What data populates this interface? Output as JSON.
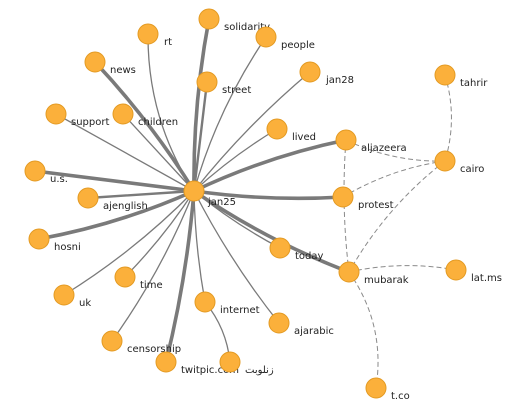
{
  "graph": {
    "colors": {
      "node": "#fbb03b",
      "edge": "#7a7a7a"
    },
    "nodes": [
      {
        "id": "jan25",
        "label": "jan25"
      },
      {
        "id": "rt",
        "label": "rt"
      },
      {
        "id": "solidarity",
        "label": "solidarity"
      },
      {
        "id": "people",
        "label": "people"
      },
      {
        "id": "news",
        "label": "news"
      },
      {
        "id": "street",
        "label": "street"
      },
      {
        "id": "jan28",
        "label": "jan28"
      },
      {
        "id": "support",
        "label": "support"
      },
      {
        "id": "children",
        "label": "children"
      },
      {
        "id": "lived",
        "label": "lived"
      },
      {
        "id": "aljazeera",
        "label": "aljazeera"
      },
      {
        "id": "us",
        "label": "u.s."
      },
      {
        "id": "ajenglish",
        "label": "ajenglish"
      },
      {
        "id": "protest",
        "label": "protest"
      },
      {
        "id": "hosni",
        "label": "hosni"
      },
      {
        "id": "today",
        "label": "today"
      },
      {
        "id": "mubarak",
        "label": "mubarak"
      },
      {
        "id": "time",
        "label": "time"
      },
      {
        "id": "uk",
        "label": "uk"
      },
      {
        "id": "internet",
        "label": "internet"
      },
      {
        "id": "ajarabic",
        "label": "ajarabic"
      },
      {
        "id": "censorship",
        "label": "censorship"
      },
      {
        "id": "twitpic",
        "label": "twitpic.com"
      },
      {
        "id": "arabic",
        "label": "زنلوبت"
      },
      {
        "id": "tahrir",
        "label": "tahrir"
      },
      {
        "id": "cairo",
        "label": "cairo"
      },
      {
        "id": "latms",
        "label": "lat.ms"
      },
      {
        "id": "tco",
        "label": "t.co"
      }
    ],
    "edges": [
      {
        "source": "jan25",
        "target": "rt",
        "weight": 1,
        "style": "solid"
      },
      {
        "source": "jan25",
        "target": "solidarity",
        "weight": 3,
        "style": "solid"
      },
      {
        "source": "jan25",
        "target": "people",
        "weight": 1,
        "style": "solid"
      },
      {
        "source": "jan25",
        "target": "news",
        "weight": 3,
        "style": "solid"
      },
      {
        "source": "jan25",
        "target": "street",
        "weight": 2,
        "style": "solid"
      },
      {
        "source": "jan25",
        "target": "jan28",
        "weight": 1,
        "style": "solid"
      },
      {
        "source": "jan25",
        "target": "support",
        "weight": 1,
        "style": "solid"
      },
      {
        "source": "jan25",
        "target": "children",
        "weight": 1,
        "style": "solid"
      },
      {
        "source": "jan25",
        "target": "lived",
        "weight": 1,
        "style": "solid"
      },
      {
        "source": "jan25",
        "target": "aljazeera",
        "weight": 3,
        "style": "solid"
      },
      {
        "source": "jan25",
        "target": "us",
        "weight": 3,
        "style": "solid"
      },
      {
        "source": "jan25",
        "target": "ajenglish",
        "weight": 2,
        "style": "solid"
      },
      {
        "source": "jan25",
        "target": "protest",
        "weight": 3,
        "style": "solid"
      },
      {
        "source": "jan25",
        "target": "hosni",
        "weight": 3,
        "style": "solid"
      },
      {
        "source": "jan25",
        "target": "today",
        "weight": 1,
        "style": "solid"
      },
      {
        "source": "jan25",
        "target": "mubarak",
        "weight": 3,
        "style": "solid"
      },
      {
        "source": "jan25",
        "target": "time",
        "weight": 1,
        "style": "solid"
      },
      {
        "source": "jan25",
        "target": "uk",
        "weight": 1,
        "style": "solid"
      },
      {
        "source": "jan25",
        "target": "internet",
        "weight": 1,
        "style": "solid"
      },
      {
        "source": "jan25",
        "target": "ajarabic",
        "weight": 1,
        "style": "solid"
      },
      {
        "source": "jan25",
        "target": "censorship",
        "weight": 1,
        "style": "solid"
      },
      {
        "source": "jan25",
        "target": "twitpic",
        "weight": 3,
        "style": "solid"
      },
      {
        "source": "internet",
        "target": "arabic",
        "weight": 1,
        "style": "solid"
      },
      {
        "source": "tahrir",
        "target": "cairo",
        "weight": 1,
        "style": "dashed"
      },
      {
        "source": "cairo",
        "target": "aljazeera",
        "weight": 1,
        "style": "dashed"
      },
      {
        "source": "cairo",
        "target": "protest",
        "weight": 1,
        "style": "dashed"
      },
      {
        "source": "cairo",
        "target": "mubarak",
        "weight": 1,
        "style": "dashed"
      },
      {
        "source": "aljazeera",
        "target": "mubarak",
        "weight": 1,
        "style": "dashed"
      },
      {
        "source": "mubarak",
        "target": "latms",
        "weight": 1,
        "style": "dashed"
      },
      {
        "source": "mubarak",
        "target": "tco",
        "weight": 1,
        "style": "dashed"
      }
    ]
  }
}
